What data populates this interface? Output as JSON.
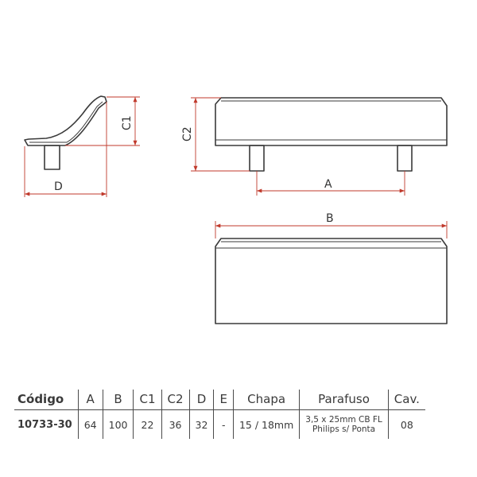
{
  "dimension_labels": {
    "side_width": "D",
    "side_height": "C1",
    "front_height": "C2",
    "front_spacing": "A",
    "top_length": "B"
  },
  "colors": {
    "dimension_line": "#c0392b",
    "outline": "#3a3a3a"
  },
  "spec_table": {
    "headers": {
      "code": "Código",
      "a": "A",
      "b": "B",
      "c1": "C1",
      "c2": "C2",
      "d": "D",
      "e": "E",
      "chapa": "Chapa",
      "parafuso": "Parafuso",
      "cav": "Cav."
    },
    "row": {
      "code": "10733-30",
      "a": "64",
      "b": "100",
      "c1": "22",
      "c2": "36",
      "d": "32",
      "e": "-",
      "chapa": "15 / 18mm",
      "parafuso_line1": "3,5 x 25mm CB FL",
      "parafuso_line2": "Philips s/ Ponta",
      "cav": "08"
    }
  }
}
